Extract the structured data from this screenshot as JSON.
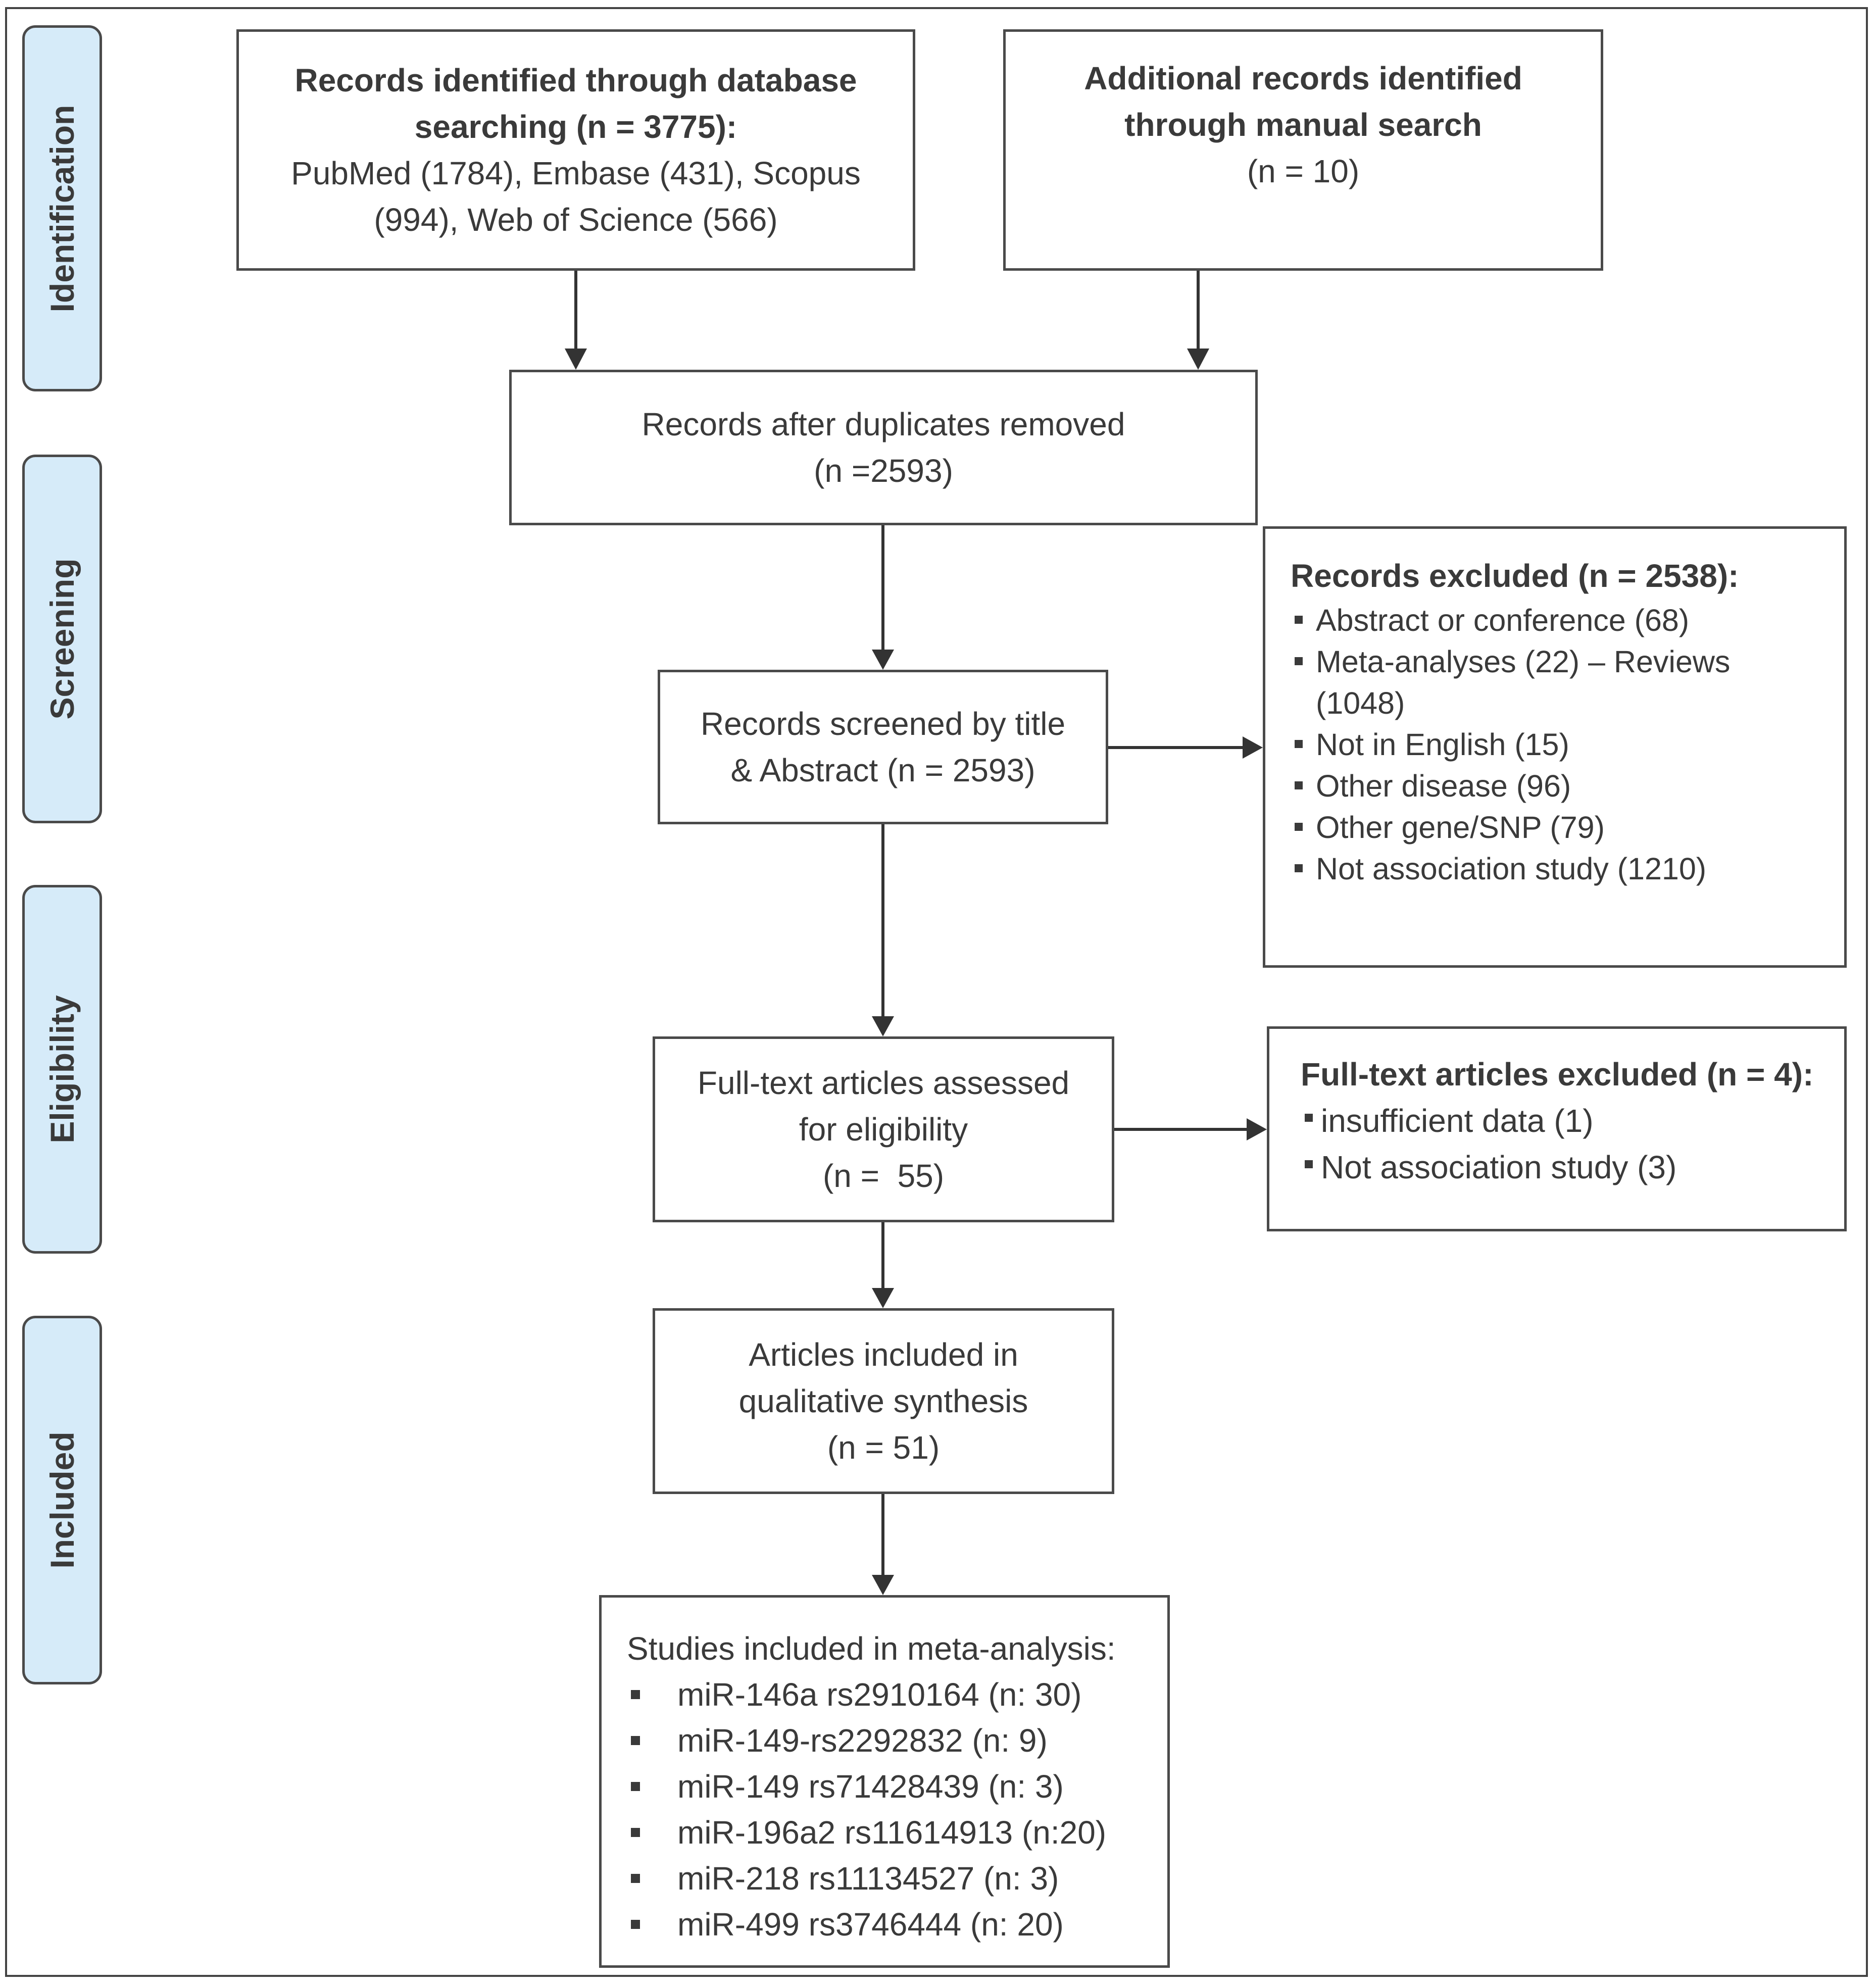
{
  "stages": {
    "identification": "Identification",
    "screening": "Screening",
    "eligibility": "Eligibility",
    "included": "Included"
  },
  "identified_db": {
    "line1": "Records identified through database",
    "line2": "searching (n = 3775):",
    "line3": "PubMed (1784), Embase (431), Scopus",
    "line4": "(994), Web of Science (566)"
  },
  "identified_manual": {
    "line1": "Additional records identified",
    "line2": "through manual search",
    "line3": "(n = 10)"
  },
  "after_duplicates": {
    "line1": "Records after duplicates removed",
    "line2": "(n =2593)"
  },
  "screened": {
    "line1": "Records screened by title",
    "line2": "& Abstract (n = 2593)"
  },
  "records_excluded": {
    "heading": "Records excluded (n = 2538):",
    "items": [
      "Abstract or conference (68)",
      "Meta-analyses (22) – Reviews (1048)",
      "Not in English (15)",
      "Other disease (96)",
      "Other gene/SNP (79)",
      "Not association study (1210)"
    ]
  },
  "fulltext_assessed": {
    "line1": "Full-text articles assessed",
    "line2": "for eligibility",
    "line3": "(n =  55)"
  },
  "fulltext_excluded": {
    "heading": "Full-text articles excluded (n = 4):",
    "items": [
      "insufficient data (1)",
      "Not association study (3)"
    ]
  },
  "qualitative": {
    "line1": "Articles included in",
    "line2": "qualitative synthesis",
    "line3": "(n = 51)"
  },
  "meta_analysis": {
    "heading": "Studies included in meta-analysis:",
    "items": [
      "miR-146a rs2910164 (n: 30)",
      "miR-149-rs2292832 (n: 9)",
      "miR-149 rs71428439 (n: 3)",
      "miR-196a2 rs11614913 (n:20)",
      "miR-218 rs11134527 (n: 3)",
      "miR-499 rs3746444 (n: 20)"
    ]
  }
}
